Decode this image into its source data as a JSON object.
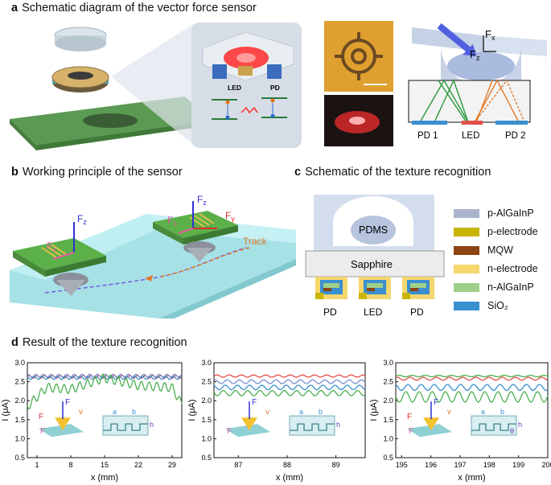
{
  "panels": {
    "a": {
      "letter": "a",
      "title": "Schematic diagram of the vector force sensor"
    },
    "b": {
      "letter": "b",
      "title": "Working principle of the sensor"
    },
    "c": {
      "letter": "c",
      "title": "Schematic of the texture recognition"
    },
    "d": {
      "letter": "d",
      "title": "Result of the texture recognition"
    }
  },
  "panel_a": {
    "led_label": "LED",
    "pd_label": "PD",
    "fx": "F",
    "fx_sub": "x",
    "fz": "F",
    "fz_sub": "z",
    "pd1": "PD 1",
    "led": "LED",
    "pd2": "PD 2"
  },
  "panel_b": {
    "fz": "F",
    "fz_sub": "z",
    "fx": "F",
    "fx_sub": "x",
    "fy": "F",
    "fy_sub": "y",
    "track": "Track"
  },
  "panel_c": {
    "pdms": "PDMS",
    "sapphire": "Sapphire",
    "bottom_labels": [
      "PD",
      "LED",
      "PD"
    ],
    "legend": [
      {
        "label": "p-AlGaInP",
        "color": "#aab4cc"
      },
      {
        "label": "p-electrode",
        "color": "#c9b400"
      },
      {
        "label": "MQW",
        "color": "#8b4513"
      },
      {
        "label": "n-electrode",
        "color": "#f5d76e"
      },
      {
        "label": "n-AlGaInP",
        "color": "#9fd08a"
      },
      {
        "label": "SiO₂",
        "color": "#3a8fd0"
      }
    ]
  },
  "chart_data": [
    {
      "type": "line",
      "xlabel": "x (mm)",
      "ylabel": "I (μA)",
      "xlim": [
        -1,
        31
      ],
      "ylim": [
        0.5,
        3.0
      ],
      "xticks": [
        1,
        8,
        15,
        22,
        29
      ],
      "yticks": [
        0.5,
        1.0,
        1.5,
        2.0,
        2.5,
        3.0
      ],
      "inset_labels": {
        "fx": "F",
        "fy": "F",
        "fz": "F",
        "v": "v",
        "a": "a",
        "b": "b",
        "h": "h"
      },
      "series": [
        {
          "color": "#e0504a",
          "x": [
            -1,
            31
          ],
          "y": [
            2.63,
            2.63
          ]
        },
        {
          "color": "#7c8fcf",
          "x": [
            -1,
            31
          ],
          "y": [
            2.66,
            2.66
          ]
        },
        {
          "color": "#3a8fd0",
          "x": [
            -1,
            31
          ],
          "y": [
            2.6,
            2.6
          ]
        },
        {
          "color": "#4caf50",
          "x": [
            -1,
            3,
            8,
            15,
            22,
            29,
            31
          ],
          "y": [
            1.85,
            2.35,
            2.3,
            2.6,
            2.4,
            2.35,
            1.9
          ]
        }
      ]
    },
    {
      "type": "line",
      "xlabel": "x (mm)",
      "ylabel": "I (μA)",
      "xlim": [
        86.5,
        89.6
      ],
      "ylim": [
        0.5,
        3.0
      ],
      "xticks": [
        87,
        88,
        89
      ],
      "yticks": [
        0.5,
        1.0,
        1.5,
        2.0,
        2.5,
        3.0
      ],
      "inset_labels": {
        "fx": "F",
        "fz": "F",
        "v": "v",
        "a": "a",
        "b": "b",
        "h": "h"
      },
      "series": [
        {
          "color": "#e0504a",
          "x": [
            86.5,
            89.6
          ],
          "y": [
            2.65,
            2.65
          ]
        },
        {
          "color": "#7c8fcf",
          "x": [
            86.5,
            89.6
          ],
          "y": [
            2.5,
            2.5
          ]
        },
        {
          "color": "#3a8fd0",
          "x": [
            86.5,
            89.6
          ],
          "y": [
            2.35,
            2.35
          ]
        },
        {
          "color": "#4caf50",
          "x": [
            86.5,
            89.6
          ],
          "y": [
            2.2,
            2.2
          ]
        }
      ]
    },
    {
      "type": "line",
      "xlabel": "x (mm)",
      "ylabel": "I (μA)",
      "xlim": [
        194.8,
        200
      ],
      "ylim": [
        0.5,
        3.0
      ],
      "xticks": [
        195,
        196,
        197,
        198,
        199,
        200
      ],
      "yticks": [
        0.5,
        1.0,
        1.5,
        2.0,
        2.5,
        3.0
      ],
      "inset_labels": {
        "fx": "F",
        "fy": "F",
        "fz": "F",
        "v": "v",
        "a": "a",
        "b": "b",
        "h": "h",
        "theta": "θ"
      },
      "series": [
        {
          "color": "#4caf50",
          "x": [
            194.8,
            200
          ],
          "y": [
            2.65,
            2.65
          ]
        },
        {
          "color": "#e0504a",
          "x": [
            194.8,
            200
          ],
          "y": [
            2.58,
            2.58
          ]
        },
        {
          "color": "#3a8fd0",
          "x": [
            194.8,
            200
          ],
          "y": [
            2.35,
            2.35
          ]
        },
        {
          "color": "#4caf50",
          "x": [
            194.8,
            200
          ],
          "y": [
            2.1,
            2.1
          ]
        }
      ]
    }
  ]
}
